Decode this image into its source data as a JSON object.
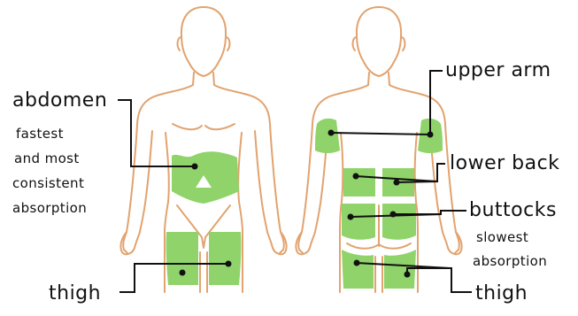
{
  "colors": {
    "outline": "#e2a36f",
    "zone": "#8fd36a",
    "leader": "#111111"
  },
  "labels": {
    "abdomen": "abdomen",
    "abdomen_note_1": "fastest",
    "abdomen_note_2": "and most",
    "abdomen_note_3": "consistent",
    "abdomen_note_4": "absorption",
    "thigh_front": "thigh",
    "upper_arm": "upper arm",
    "lower_back": "lower back",
    "buttocks": "buttocks",
    "buttocks_note_1": "slowest",
    "buttocks_note_2": "absorption",
    "thigh_back": "thigh"
  }
}
